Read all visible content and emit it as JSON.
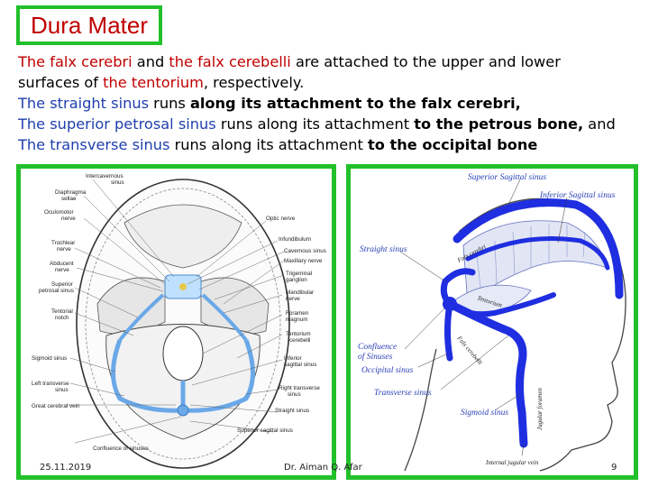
{
  "slide": {
    "title": "Dura Mater",
    "body": {
      "l1a": "The falx cerebri",
      "l1b": " and ",
      "l1c": "the falx cerebelli",
      "l1d": " are attached to the upper and lower",
      "l2a": "surfaces of ",
      "l2b": "the tentorium",
      "l2c": ", respectively.",
      "l3a": "The straight sinus",
      "l3b": " runs ",
      "l3c": "along its attachment to the falx cerebri,",
      "l4a": "The superior petrosal sinus",
      "l4b": " runs along its attachment ",
      "l4c": "to the petrous bone,",
      "l4d": " and",
      "l5a": "The transverse sinus",
      "l5b": " runs along its attachment ",
      "l5c": "to the occipital bone"
    },
    "left_figure": {
      "labels": {
        "intercavernous": "Intercavernous",
        "sinus": "sinus",
        "diaphragma1": "Diaphragma",
        "diaphragma2": "sellae",
        "oculomotor1": "Oculomotor",
        "oculomotor2": "nerve",
        "trochlear1": "Trochlear",
        "trochlear2": "nerve",
        "abducent1": "Abducent",
        "abducent2": "nerve",
        "superior_petrosal1": "Superior",
        "superior_petrosal2": "petrosal sinus",
        "tentorial1": "Tentorial",
        "tentorial2": "notch",
        "sigmoid": "Sigmoid sinus",
        "left_transverse1": "Left transverse",
        "left_transverse2": "sinus",
        "great_cerebral": "Great cerebral vein",
        "confluence": "Confluence of sinuses",
        "optic": "Optic nerve",
        "infundibulum": "Infundibulum",
        "cavernous": "Cavernous sinus",
        "maxillary": "Maxillary nerve",
        "trigeminal1": "Trigeminal",
        "trigeminal2": "ganglion",
        "mandibular1": "Mandibular",
        "mandibular2": "nerve",
        "foramen1": "Foramen",
        "foramen2": "magnum",
        "tentorium1": "Tentorium",
        "tentorium2": "cerebelli",
        "inferior_sagittal1": "Inferior",
        "inferior_sagittal2": "sagittal sinus",
        "right_transverse1": "Right transverse",
        "right_transverse2": "sinus",
        "straight": "Straight sinus",
        "superior_sagittal": "Superior sagittal sinus"
      }
    },
    "right_figure": {
      "labels": {
        "superior_sagittal": "Superior Sagittal sinus",
        "inferior_sagittal": "Inferior Sagittal sinus",
        "straight": "Straight sinus",
        "confluence1": "Confluence",
        "confluence2": "of Sinuses",
        "occipital": "Occipital sinus",
        "transverse": "Transverse sinus",
        "sigmoid": "Sigmoid sinus",
        "internal_jugular": "Internal jugular vein",
        "jugular_foramen": "Jugular foramen",
        "falx_cerebri": "Falx cerebri",
        "tentorium": "Tentorium",
        "falx_cerebelli": "Falx cerebelli"
      }
    },
    "footer": {
      "date": "25.11.2019",
      "author": "Dr. Aiman Q. Afar",
      "page": "9"
    },
    "colors": {
      "frame": "#22c02a",
      "title": "#c00000",
      "highlight": "#1f3fae",
      "sinus": "#1f2ee0"
    }
  }
}
